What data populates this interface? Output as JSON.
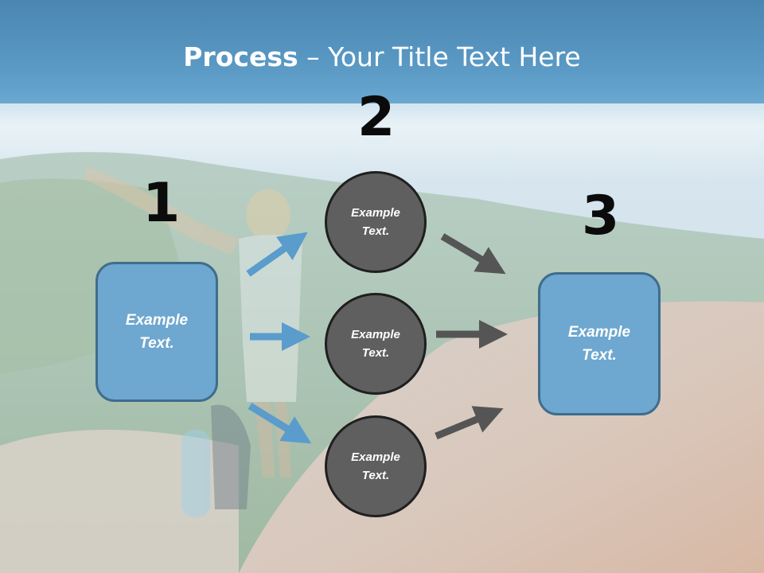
{
  "slide": {
    "title_bold": "Process",
    "title_rest": " – Your Title Text Here"
  },
  "steps": {
    "one": {
      "number": "1",
      "text": "Example\nText."
    },
    "two": {
      "number": "2"
    },
    "three": {
      "number": "3",
      "text": "Example\nText."
    }
  },
  "circles": [
    {
      "text": "Example\nText."
    },
    {
      "text": "Example\nText."
    },
    {
      "text": "Example\nText."
    }
  ],
  "colors": {
    "accent_blue": "#6ea7cf",
    "arrow_blue": "#5a9ccc",
    "arrow_gray": "#555555",
    "circle_fill": "#5f5f5f"
  }
}
